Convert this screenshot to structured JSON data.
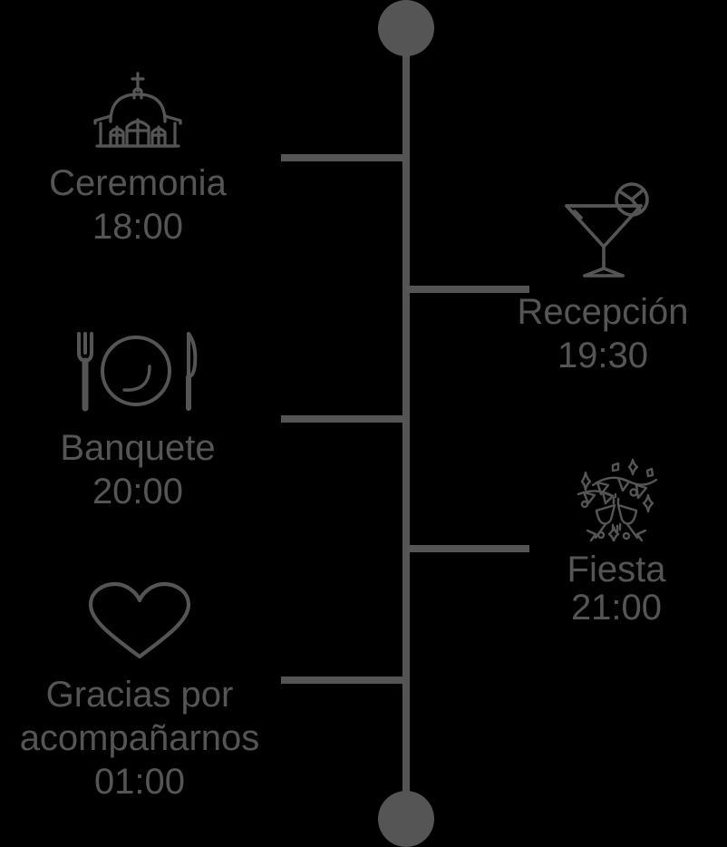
{
  "theme": {
    "background": "#000000",
    "accent": "#555555",
    "text": "#555555"
  },
  "timeline": {
    "name": "wedding-timeline",
    "orientation": "vertical",
    "end_caps": [
      "top-dot",
      "bottom-dot"
    ],
    "events": [
      {
        "id": "ceremonia",
        "side": "left",
        "icon": "church-icon",
        "title": "Ceremonia",
        "time": "18:00"
      },
      {
        "id": "recepcion",
        "side": "right",
        "icon": "cocktail-glass-icon",
        "title": "Recepción",
        "time": "19:30"
      },
      {
        "id": "banquete",
        "side": "left",
        "icon": "plate-fork-knife-icon",
        "title": "Banquete",
        "time": "20:00"
      },
      {
        "id": "fiesta",
        "side": "right",
        "icon": "party-confetti-icon",
        "title": "Fiesta",
        "time": "21:00"
      },
      {
        "id": "gracias",
        "side": "left",
        "icon": "heart-icon",
        "title": "Gracias por acompañarnos",
        "time": "01:00"
      }
    ]
  }
}
